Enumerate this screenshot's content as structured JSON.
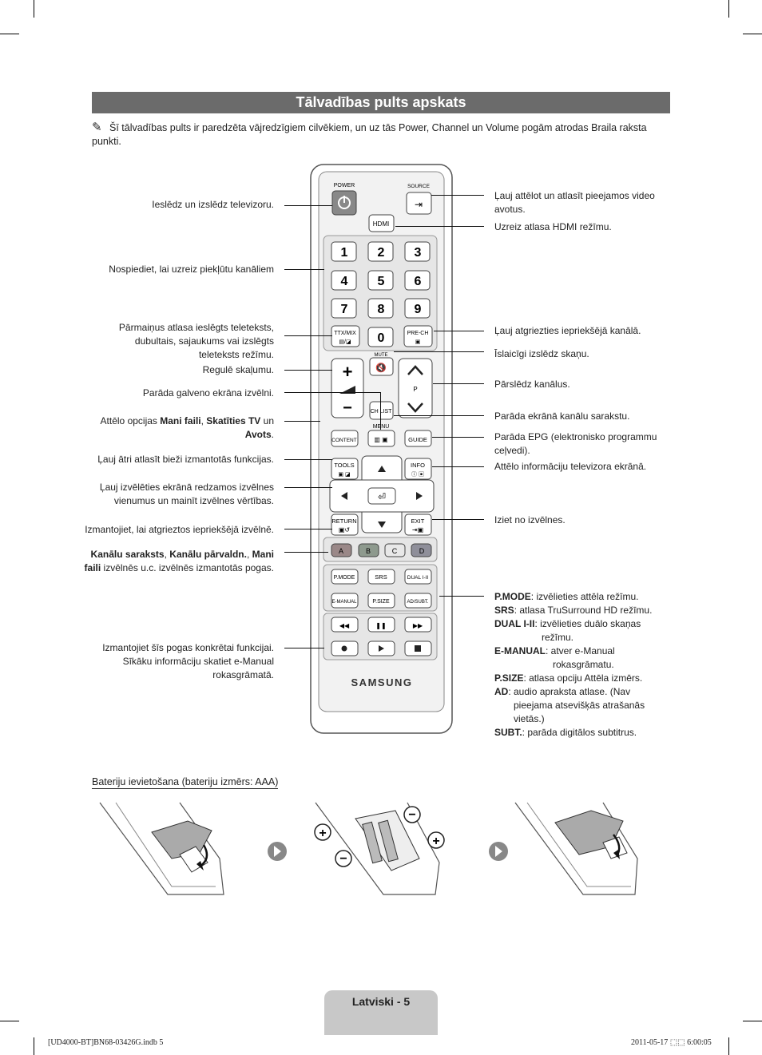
{
  "title": "Tālvadības pults apskats",
  "note": "Šī tālvadības pults ir paredzēta vājredzīgiem cilvēkiem, un uz tās Power, Channel un Volume pogām atrodas Braila raksta punkti.",
  "left_labels": {
    "power": "Ieslēdz un izslēdz televizoru.",
    "numbers": "Nospiediet, lai uzreiz piekļūtu kanāliem",
    "ttx": "Pārmaiņus atlasa ieslēgts teleteksts, dubultais, sajaukums vai izslēgts teleteksts režīmu.",
    "volume": "Regulē skaļumu.",
    "menu": "Parāda galveno ekrāna izvēlni.",
    "content_pre": "Attēlo opcijas ",
    "content_b1": "Mani faili",
    "content_sep1": ", ",
    "content_b2": "Skatīties TV",
    "content_mid": " un ",
    "content_b3": "Avots",
    "content_end": ".",
    "tools": "Ļauj ātri atlasīt bieži izmantotās funkcijas.",
    "nav": "Ļauj izvēlēties ekrānā redzamos izvēlnes vienumus un mainīt izvēlnes vērtības.",
    "return": "Izmantojiet, lai atgrieztos iepriekšējā izvēlnē.",
    "abcd_b1": "Kanālu saraksts",
    "abcd_sep": ", ",
    "abcd_b2": "Kanālu pārvaldn.",
    "abcd_sep2": ", ",
    "abcd_b3": "Mani faili",
    "abcd_rest": " izvēlnēs u.c. izvēlnēs izmantotās pogas.",
    "media": "Izmantojiet šīs pogas konkrētai funkcijai. Sīkāku informāciju skatiet e-Manual rokasgrāmatā."
  },
  "right_labels": {
    "source": "Ļauj attēlot un atlasīt pieejamos video avotus.",
    "hdmi": "Uzreiz atlasa HDMI režīmu.",
    "prech": "Ļauj atgriezties iepriekšējā kanālā.",
    "mute": "Īslaicīgi izslēdz skaņu.",
    "channel": "Pārslēdz kanālus.",
    "chlist": "Parāda ekrānā kanālu sarakstu.",
    "guide": "Parāda EPG (elektronisko programmu ceļvedi).",
    "info": "Attēlo informāciju televizora ekrānā.",
    "exit": "Iziet no izvēlnes.",
    "functions": [
      {
        "key": "P.MODE",
        "text": ": izvēlieties attēla režīmu."
      },
      {
        "key": "SRS",
        "text": ": atlasa TruSurround HD režīmu."
      },
      {
        "key": "DUAL I-II",
        "text": ": izvēlieties duālo skaņas režīmu."
      },
      {
        "key": "E-MANUAL",
        "text": ": atver e-Manual rokasgrāmatu."
      },
      {
        "key": "P.SIZE",
        "text": ": atlasa opciju Attēla izmērs."
      },
      {
        "key": "AD",
        "text": ": audio apraksta atlase. (Nav pieejama atsevišķās atrašanās vietās.)"
      },
      {
        "key": "SUBT.",
        "text": ": parāda digitālos subtitrus."
      }
    ]
  },
  "remote": {
    "power": "POWER",
    "source": "SOURCE",
    "hdmi": "HDMI",
    "digits": [
      "1",
      "2",
      "3",
      "4",
      "5",
      "6",
      "7",
      "8",
      "9",
      "0"
    ],
    "ttx": "TTX/MIX",
    "prech": "PRE-CH",
    "mute": "MUTE",
    "ch_p": "P",
    "chlist": "CH LIST",
    "menu": "MENU",
    "content": "CONTENT",
    "guide": "GUIDE",
    "tools": "TOOLS",
    "info": "INFO",
    "return": "RETURN",
    "exit": "EXIT",
    "colors": [
      "A",
      "B",
      "C",
      "D"
    ],
    "pmode": "P.MODE",
    "srs": "SRS",
    "dual": "DUAL I-II",
    "emanual": "E-MANUAL",
    "psize": "P.SIZE",
    "adsubt": "AD/SUBT.",
    "brand": "SAMSUNG"
  },
  "battery_title": "Bateriju ievietošana (bateriju izmērs: AAA)",
  "footer": {
    "page": "Latviski - 5",
    "file": "[UD4000-BT]BN68-03426G.indb   5",
    "date": "2011-05-17   ⬚⬚ 6:00:05"
  }
}
